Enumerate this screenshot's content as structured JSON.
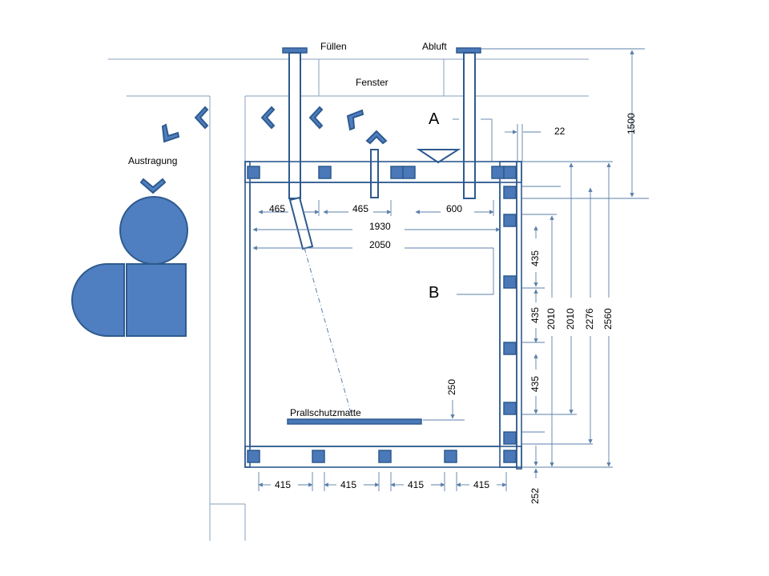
{
  "labels": {
    "fill": "Füllen",
    "exhaust": "Abluft",
    "window": "Fenster",
    "discharge": "Austragung",
    "impact_mat": "Prallschutzmatte",
    "zone_a": "A",
    "zone_b": "B"
  },
  "dimensions": {
    "d22": "22",
    "d1500": "1500",
    "d465a": "465",
    "d465b": "465",
    "d600": "600",
    "d1930": "1930",
    "d2050": "2050",
    "d435a": "435",
    "d435b": "435",
    "d435c": "435",
    "d2010a": "2010",
    "d2010b": "2010",
    "d2276": "2276",
    "d2560": "2560",
    "d250": "250",
    "d252": "252",
    "d415a": "415",
    "d415b": "415",
    "d415c": "415",
    "d415d": "415"
  },
  "colors": {
    "frame": "#2e5a8e",
    "fill": "#4f7fc0",
    "dimension_line": "#5b7fa8",
    "wall_line": "#8aa0bd"
  }
}
